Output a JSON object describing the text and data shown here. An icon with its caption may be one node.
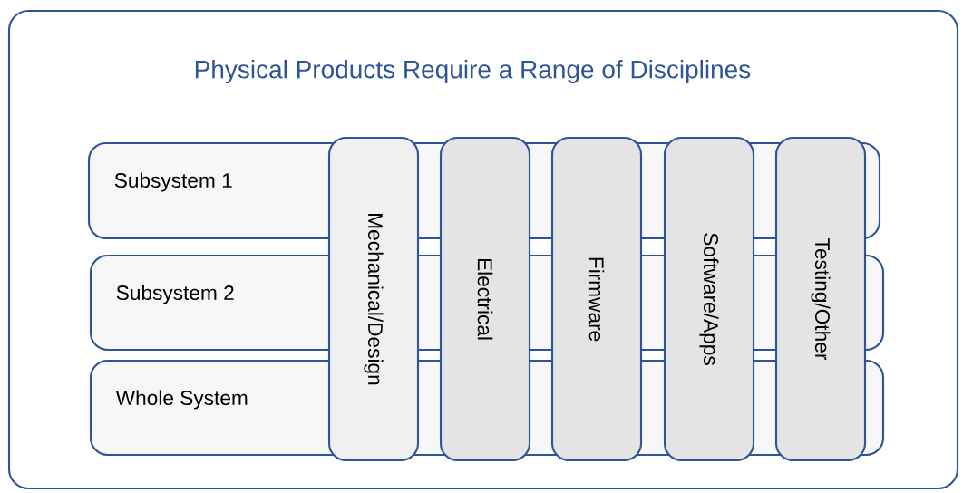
{
  "diagram": {
    "nodes": [
      {
        "text": [
          "Physical Products Require a Range of Disciplines"
        ]
      },
      {
        "text": [
          "Subsystem 1"
        ],
        "in": 0
      },
      {
        "text": [
          "Subsystem 2"
        ],
        "in": 0
      },
      {
        "text": [
          "Whole System"
        ],
        "in": 0
      },
      {
        "text": [
          "Mechanical/Design"
        ],
        "in": 0
      },
      {
        "text": [
          "Electrical"
        ],
        "in": 0
      },
      {
        "text": [
          "Firmware"
        ],
        "in": 0
      },
      {
        "text": [
          "Software/Apps"
        ],
        "in": 0
      },
      {
        "text": [
          "Testing/Other"
        ],
        "in": 0
      }
    ]
  }
}
